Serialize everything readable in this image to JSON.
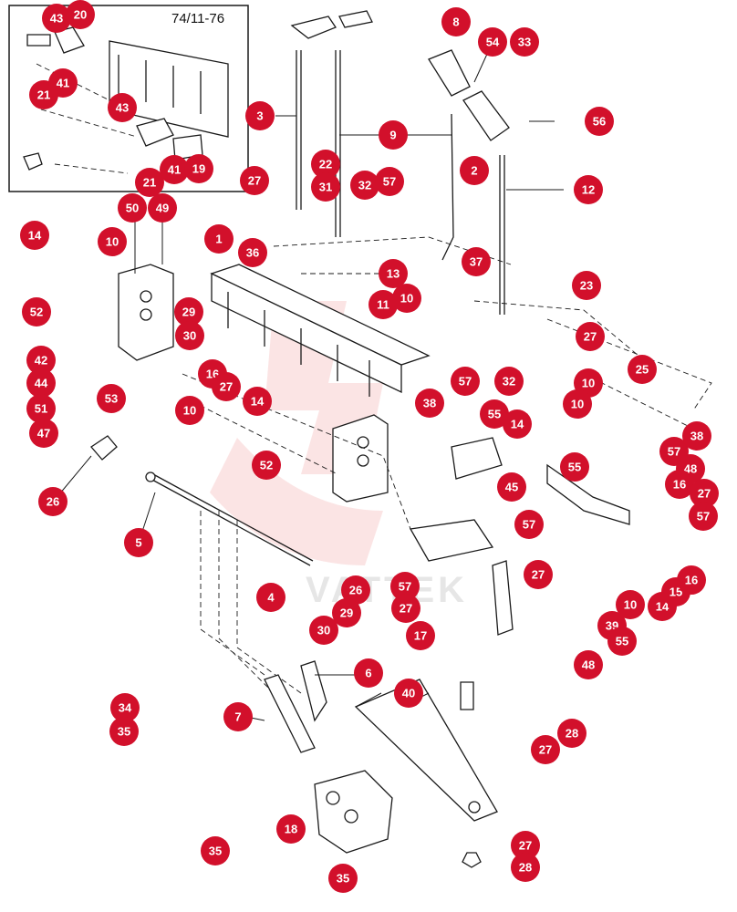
{
  "inset": {
    "label": "74/11-76"
  },
  "watermark": {
    "text": "VATTEK"
  },
  "colors": {
    "callout": "#d2102b",
    "line": "#1a1a1a"
  },
  "callouts": [
    "43",
    "20",
    "21",
    "41",
    "43",
    "21",
    "41",
    "19",
    "50",
    "49",
    "14",
    "10",
    "52",
    "42",
    "44",
    "51",
    "47",
    "53",
    "10",
    "1",
    "29",
    "30",
    "16",
    "27",
    "14",
    "52",
    "26",
    "5",
    "4",
    "26",
    "29",
    "30",
    "3",
    "9",
    "22",
    "31",
    "32",
    "57",
    "27",
    "36",
    "11",
    "10",
    "13",
    "8",
    "54",
    "33",
    "56",
    "2",
    "12",
    "37",
    "23",
    "27",
    "25",
    "10",
    "32",
    "57",
    "38",
    "55",
    "14",
    "10",
    "57",
    "38",
    "48",
    "55",
    "16",
    "45",
    "27",
    "57",
    "57",
    "27",
    "57",
    "27",
    "17",
    "39",
    "10",
    "14",
    "15",
    "16",
    "55",
    "48",
    "6",
    "7",
    "34",
    "35",
    "40",
    "28",
    "27",
    "35",
    "18",
    "35",
    "27",
    "28"
  ]
}
